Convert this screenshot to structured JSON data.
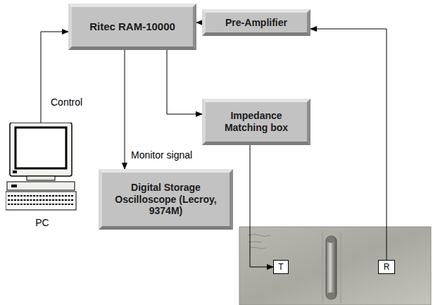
{
  "diagram": {
    "nodes": [
      {
        "text": [
          "Ritec RAM-10000"
        ]
      },
      {
        "text": [
          "Pre-Amplifier"
        ]
      },
      {
        "text": [
          "PC"
        ]
      },
      {
        "text": [
          "Impedance Matching box"
        ]
      },
      {
        "text": [
          "Digital Storage Oscilloscope (Lecroy, 9374M)"
        ]
      },
      {
        "text": [
          "T"
        ]
      },
      {
        "text": [
          "R"
        ]
      }
    ],
    "edges": [
      {
        "from": 2,
        "to": 0,
        "arrow": "to",
        "label": "Control"
      },
      {
        "from": 1,
        "to": 0,
        "arrow": "to"
      },
      {
        "from": 6,
        "to": 1,
        "arrow": "to"
      },
      {
        "from": 0,
        "to": 3,
        "arrow": "to"
      },
      {
        "from": 0,
        "to": 4,
        "arrow": "to",
        "label": "Monitor signal"
      },
      {
        "from": 3,
        "to": 5,
        "arrow": "to"
      }
    ]
  }
}
